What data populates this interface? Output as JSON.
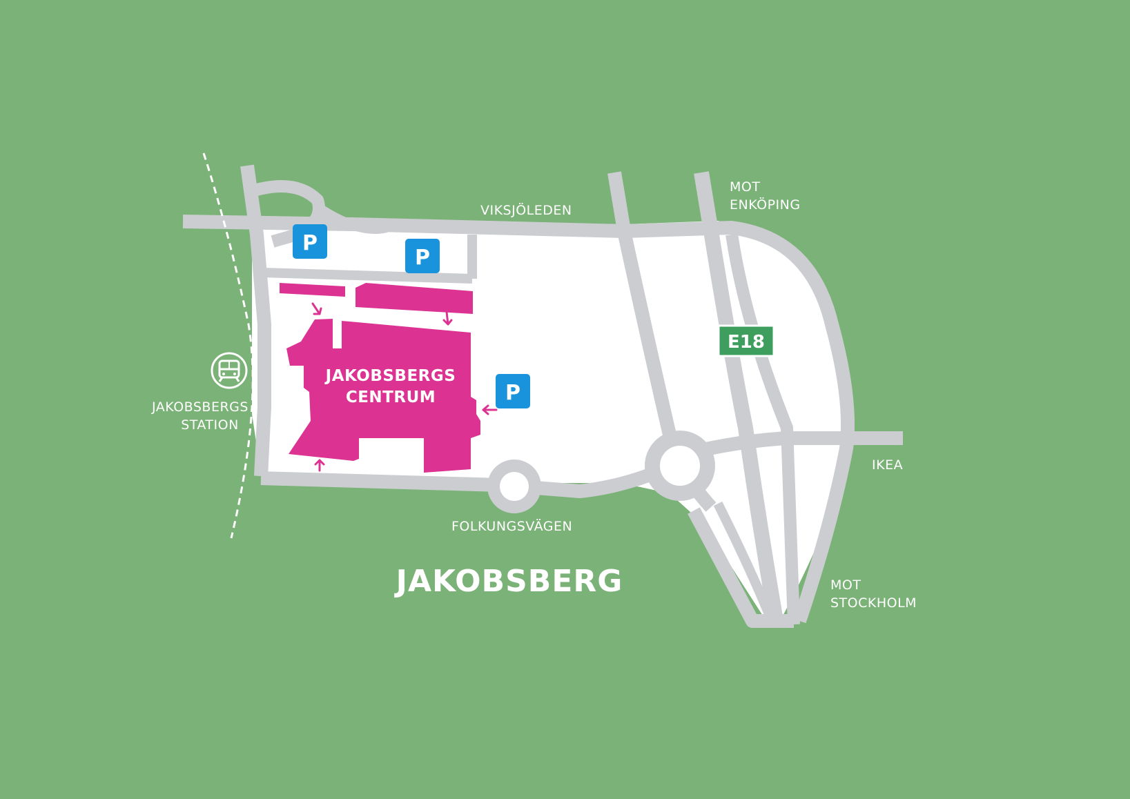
{
  "colors": {
    "background": "#7ab277",
    "road": "#cbcdd0",
    "area": "#ffffff",
    "mall": "#dc3392",
    "parking": "#1a93dd",
    "e18": "#3e9e5d",
    "label": "#ffffff"
  },
  "map": {
    "area_name": "JAKOBSBERG",
    "mall_name_line1": "JAKOBSBERGS",
    "mall_name_line2": "CENTRUM",
    "station_line1": "JAKOBSBERGS",
    "station_line2": "STATION",
    "station_icon": "train-icon",
    "road_viksjoleden": "VIKSJÖLEDEN",
    "road_folkungsvagen": "FOLKUNGSVÄGEN",
    "dir_enkoping_line1": "MOT",
    "dir_enkoping_line2": "ENKÖPING",
    "dir_stockholm_line1": "MOT",
    "dir_stockholm_line2": "STOCKHOLM",
    "dir_ikea": "IKEA",
    "highway_shield": "E18",
    "parking_symbol": "P"
  }
}
